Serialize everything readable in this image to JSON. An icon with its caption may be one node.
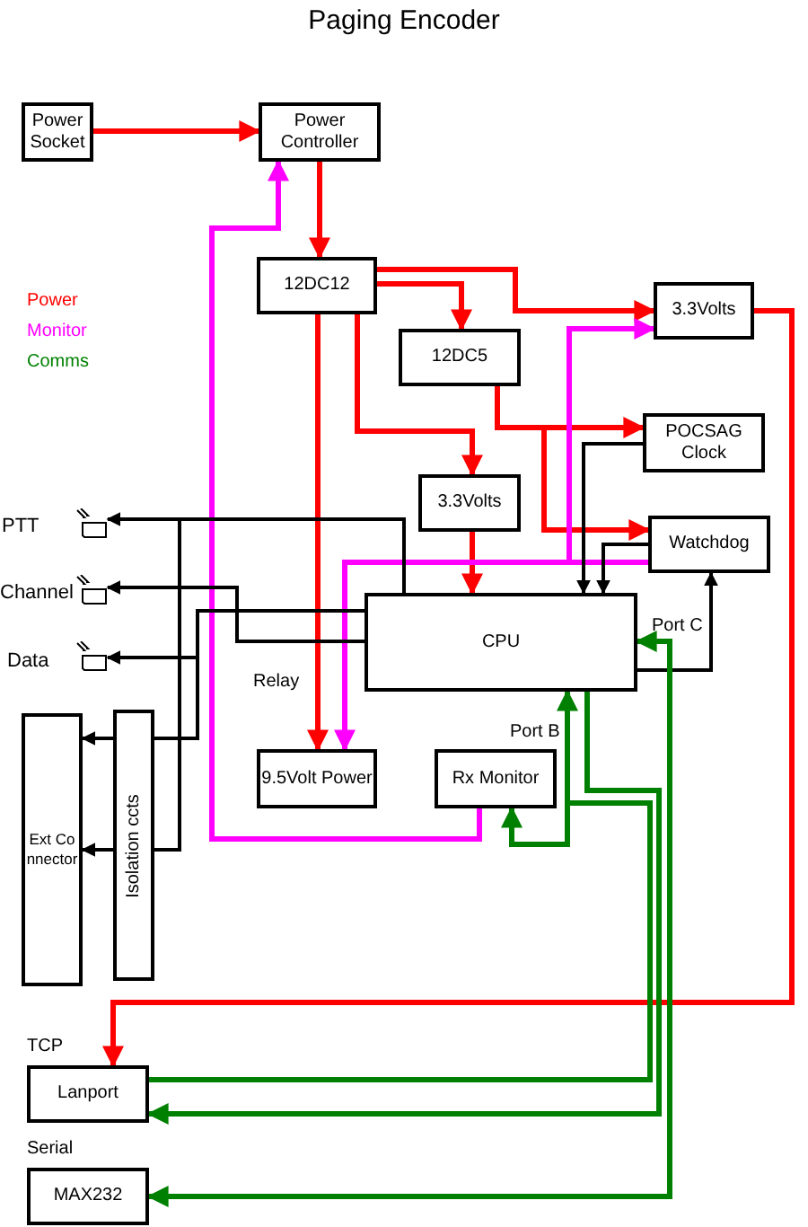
{
  "diagram": {
    "title": "Paging Encoder",
    "nodes": [
      {
        "text": [
          "Power Socket"
        ]
      },
      {
        "text": [
          "Power Controller"
        ]
      },
      {
        "text": [
          "12DC12"
        ]
      },
      {
        "text": [
          "12DC5"
        ]
      },
      {
        "text": [
          "3.3Volts"
        ]
      },
      {
        "text": [
          "POCSAG Clock"
        ]
      },
      {
        "text": [
          "3.3Volts"
        ]
      },
      {
        "text": [
          "Watchdog"
        ]
      },
      {
        "text": [
          "CPU"
        ]
      },
      {
        "text": [
          "9.5Volt Power"
        ]
      },
      {
        "text": [
          "Rx Monitor"
        ]
      },
      {
        "text": [
          "Ext Connector"
        ]
      },
      {
        "text": [
          "Isolation ccts"
        ]
      },
      {
        "text": [
          "Lanport"
        ]
      },
      {
        "text": [
          "MAX232"
        ]
      },
      {
        "text": [],
        "shape": "led",
        "beside": [
          "PTT"
        ]
      },
      {
        "text": [],
        "shape": "led",
        "beside": [
          "Channel"
        ]
      },
      {
        "text": [],
        "shape": "led",
        "beside": [
          "Data"
        ]
      }
    ],
    "edges": [
      {
        "from": 0,
        "to": 1,
        "arrow": "to",
        "color": "#ff0000"
      },
      {
        "from": 1,
        "to": 2,
        "arrow": "to",
        "color": "#ff0000"
      },
      {
        "from": 2,
        "to": 4,
        "arrow": "to",
        "color": "#ff0000"
      },
      {
        "from": 2,
        "to": 3,
        "arrow": "to",
        "color": "#ff0000"
      },
      {
        "from": 2,
        "to": 6,
        "arrow": "to",
        "color": "#ff0000"
      },
      {
        "from": 2,
        "to": 9,
        "arrow": "to",
        "color": "#ff0000"
      },
      {
        "from": 3,
        "to": 5,
        "arrow": "to",
        "color": "#ff0000"
      },
      {
        "from": 3,
        "to": 7,
        "arrow": "to",
        "color": "#ff0000"
      },
      {
        "from": 6,
        "to": 8,
        "arrow": "to",
        "color": "#ff0000"
      },
      {
        "from": 4,
        "to": 13,
        "arrow": "to",
        "color": "#ff0000"
      },
      {
        "from": 10,
        "to": 1,
        "arrow": "to",
        "color": "#ff00ff"
      },
      {
        "from": 7,
        "to": 9,
        "arrow": "to",
        "color": "#ff00ff"
      },
      {
        "from": 7,
        "to": 4,
        "arrow": "to",
        "color": "#ff00ff"
      },
      {
        "from": 5,
        "to": 8,
        "arrow": "to",
        "color": "#000000"
      },
      {
        "from": 7,
        "to": 8,
        "arrow": "to",
        "color": "#000000"
      },
      {
        "from": 8,
        "to": 7,
        "arrow": "to",
        "color": "#000000"
      },
      {
        "from": 8,
        "to": 15,
        "arrow": "to",
        "color": "#000000"
      },
      {
        "from": 8,
        "to": 16,
        "arrow": "to",
        "color": "#000000"
      },
      {
        "from": 8,
        "to": 17,
        "arrow": "to",
        "color": "#000000"
      },
      {
        "from": 8,
        "to": 12,
        "arrow": "none",
        "color": "#000000"
      },
      {
        "from": 8,
        "to": 12,
        "arrow": "none",
        "color": "#000000"
      },
      {
        "from": 12,
        "to": 11,
        "arrow": "to",
        "color": "#000000"
      },
      {
        "from": 12,
        "to": 11,
        "arrow": "to",
        "color": "#000000"
      },
      {
        "from": 13,
        "to": 8,
        "arrow": "to",
        "color": "#008000"
      },
      {
        "from": 13,
        "to": 10,
        "arrow": "to",
        "color": "#008000"
      },
      {
        "from": 8,
        "to": 13,
        "arrow": "to",
        "color": "#008000"
      },
      {
        "from": 8,
        "to": 14,
        "arrow": "both",
        "color": "#008000"
      }
    ],
    "labels": [
      "Relay",
      "Port B",
      "Port C",
      "TCP",
      "Serial"
    ],
    "legend": [
      {
        "text": "Power",
        "color": "#ff0000"
      },
      {
        "text": "Monitor",
        "color": "#ff00ff"
      },
      {
        "text": "Comms",
        "color": "#008000"
      }
    ]
  }
}
